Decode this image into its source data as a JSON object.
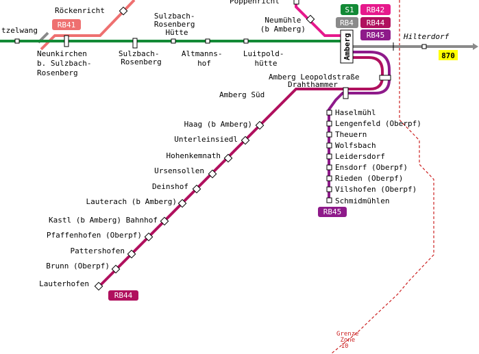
{
  "colors": {
    "green": "#138a36",
    "salmon": "#ee7070",
    "magenta": "#e6198c",
    "gray": "#8a8a8a",
    "purple": "#8e1a8a",
    "crimson": "#b0105e",
    "zone_red": "#cc1f1f",
    "badge_yellow": "#ffff00"
  },
  "stations": {
    "schwandorf_end": "tzelwang",
    "rockenricht": "Röckenricht",
    "poppenricht": "Poppenricht",
    "neunkirchen": [
      "Neunkirchen",
      "b. Sulzbach-",
      "Rosenberg"
    ],
    "sulzbach_huette": [
      "Sulzbach-",
      "Rosenberg",
      "Hütte"
    ],
    "sulzbach": [
      "Sulzbach-",
      "Rosenberg"
    ],
    "altmannshof": [
      "Altmanns-",
      "hof"
    ],
    "luitpoldhuette": [
      "Luitpold-",
      "hütte"
    ],
    "neumuehle": [
      "Neumühle",
      "(b Amberg)"
    ],
    "amberg": "Amberg",
    "hilterdorf": "Hilterdorf",
    "amberg_leopold": "Amberg Leopoldstraße",
    "drahthammer": "Drahthammer",
    "amberg_sued": "Amberg Süd",
    "rb44_list": [
      "Haag (b Amberg)",
      "Unterleinsiedl",
      "Hohenkemnath",
      "Ursensollen",
      "Deinshof",
      "Lauterach (b Amberg)",
      "Kastl (b Amberg) Bahnhof",
      "Pfaffenhofen (Oberpf)",
      "Pattershofen",
      "Brunn (Oberpf)",
      "Lauterhofen"
    ],
    "rb45_list": [
      "Haselmühl",
      "Lengenfeld (Oberpf)",
      "Theuern",
      "Wolfsbach",
      "Leidersdorf",
      "Ensdorf (Oberpf)",
      "Rieden (Oberpf)",
      "Vilshofen (Oberpf)",
      "Schmidmühlen"
    ]
  },
  "lines": {
    "rb41": "RB41",
    "s1": "S1",
    "rb42": "RB42",
    "rb4": "RB4",
    "rb44": "RB44",
    "rb45": "RB45",
    "route_870": "870"
  },
  "zone_label": [
    "Grenze",
    "Zone",
    "10"
  ]
}
